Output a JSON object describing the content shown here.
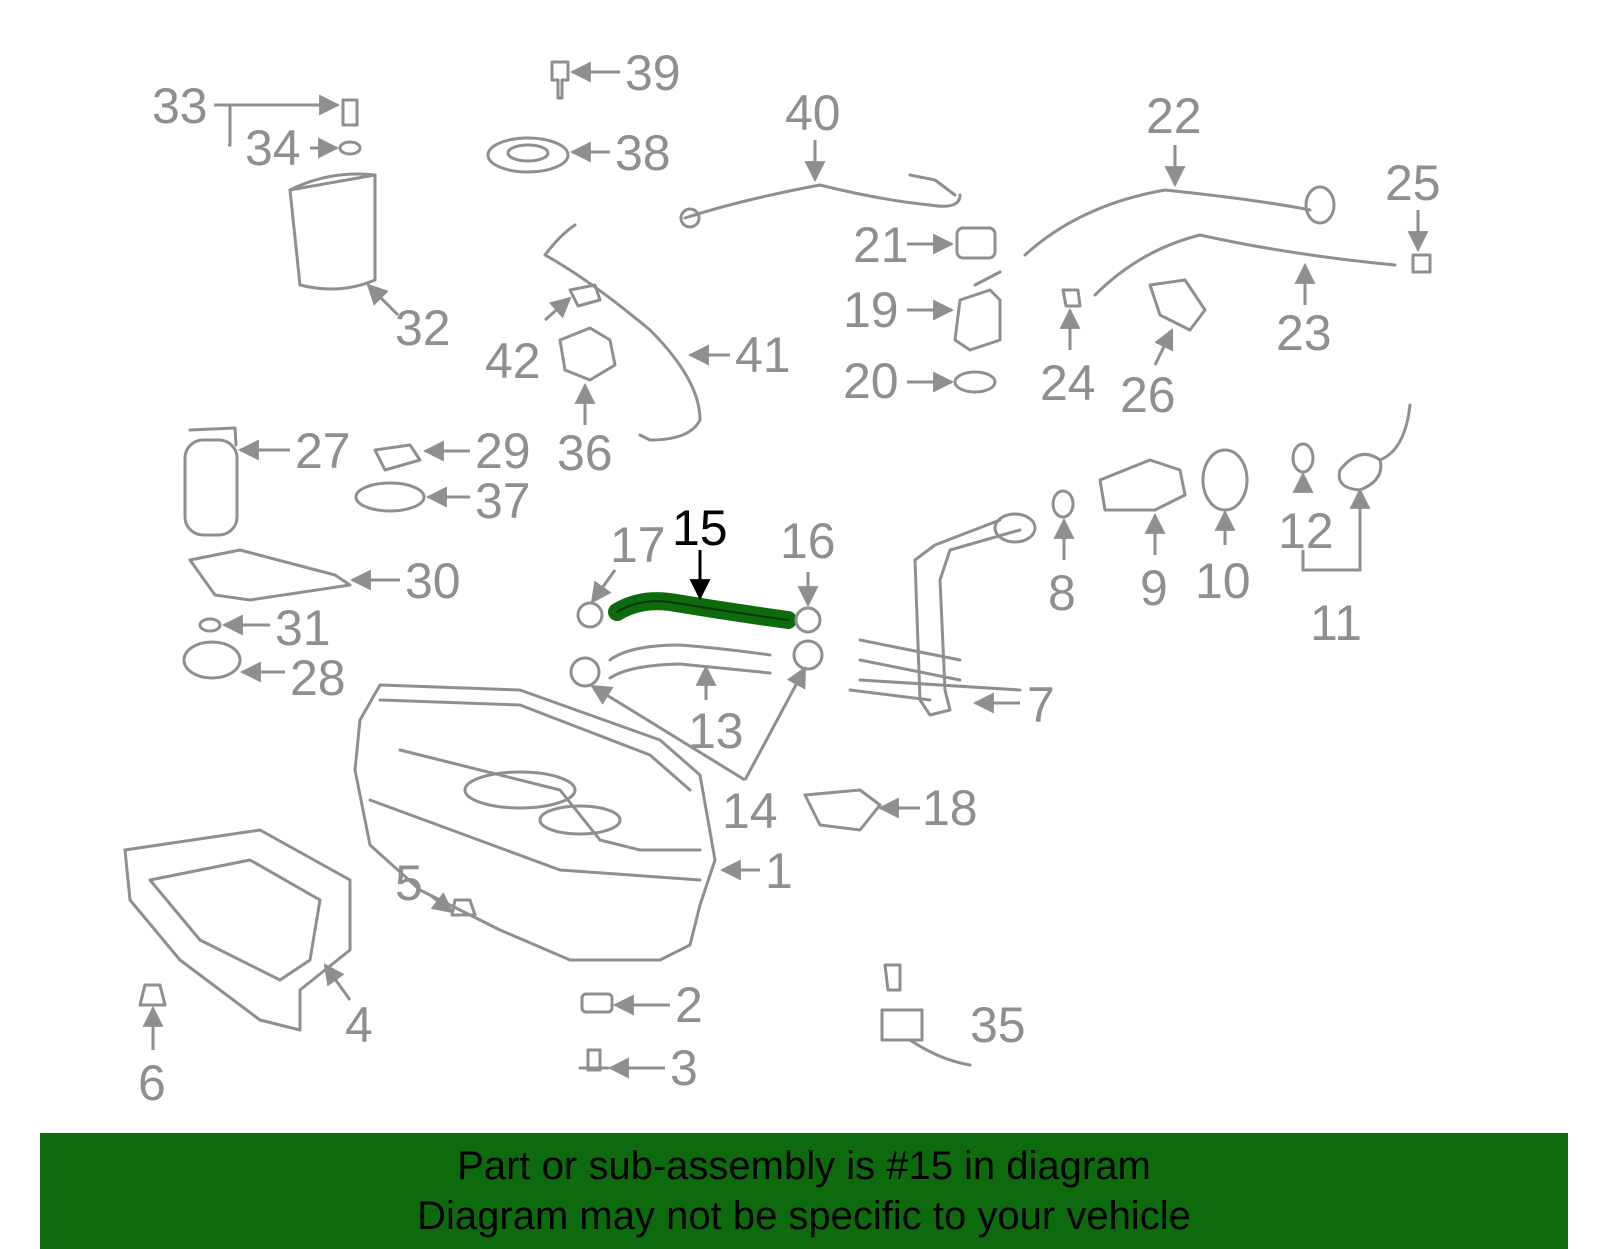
{
  "colors": {
    "part_gray": "#8f8f8f",
    "highlight_part": "#0d6b0d",
    "banner_bg": "#0d6b0d",
    "banner_text": "#000000",
    "highlight_label": "#000000"
  },
  "highlighted_part": "15",
  "callouts": {
    "p1": "1",
    "p2": "2",
    "p3": "3",
    "p4": "4",
    "p5": "5",
    "p6": "6",
    "p7": "7",
    "p8": "8",
    "p9": "9",
    "p10": "10",
    "p11": "11",
    "p12": "12",
    "p13": "13",
    "p14": "14",
    "p15": "15",
    "p16": "16",
    "p17": "17",
    "p18": "18",
    "p19": "19",
    "p20": "20",
    "p21": "21",
    "p22": "22",
    "p23": "23",
    "p24": "24",
    "p25": "25",
    "p26": "26",
    "p27": "27",
    "p28": "28",
    "p29": "29",
    "p30": "30",
    "p31": "31",
    "p32": "32",
    "p33": "33",
    "p34": "34",
    "p35": "35",
    "p36": "36",
    "p37": "37",
    "p38": "38",
    "p39": "39",
    "p40": "40",
    "p41": "41",
    "p42": "42"
  },
  "banner": {
    "line1": "Part or sub-assembly is #15 in diagram",
    "line2": "Diagram may not be specific to your vehicle"
  }
}
